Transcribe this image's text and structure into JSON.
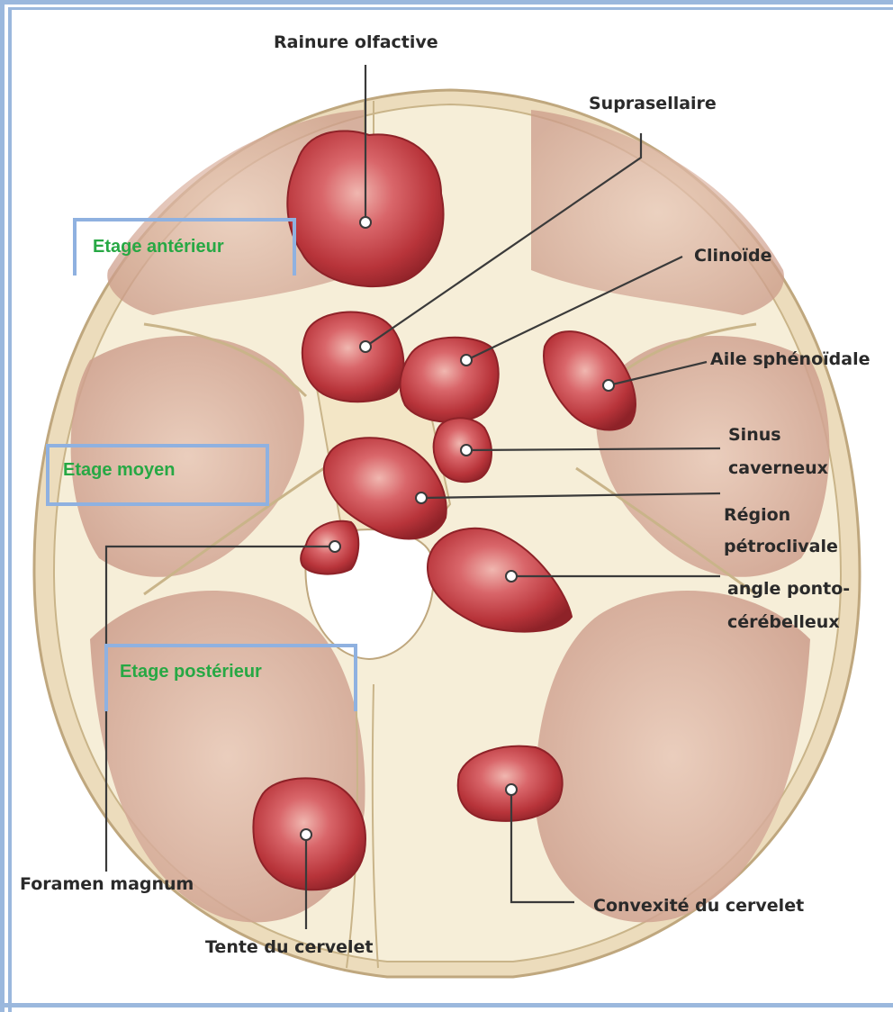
{
  "labels": {
    "rainure_olfactive": "Rainure olfactive",
    "suprasellaire": "Suprasellaire",
    "clinoide": "Clinoïde",
    "aile_sphenoidale": "Aile sphénoïdale",
    "sinus_caverneux_1": "Sinus",
    "sinus_caverneux_2": "caverneux",
    "region_petroclivale_1": "Région",
    "region_petroclivale_2": "pétroclivale",
    "angle_ponto_1": "angle ponto-",
    "angle_ponto_2": "cérébelleux",
    "foramen_magnum": "Foramen magnum",
    "convexite_cervelet": "Convexité du cervelet",
    "tente_cervelet": "Tente du cervelet"
  },
  "zones": {
    "anterieur": "Etage antérieur",
    "moyen": "Etage moyen",
    "posterieur": "Etage postérieur"
  },
  "colors": {
    "frame": "#9bb8dd",
    "zone_box": "#8fb1e0",
    "zone_text": "#27a844",
    "tumor": "#b8343a",
    "bone": "#f4ead0",
    "fossa": "#dcb3a3"
  }
}
